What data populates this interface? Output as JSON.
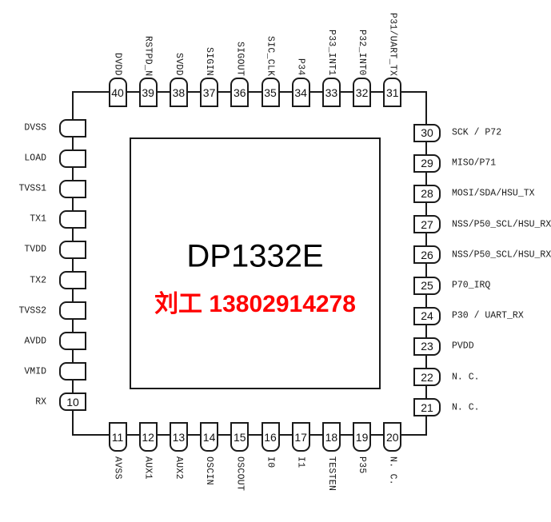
{
  "chip": {
    "part_number": "DP1332E",
    "contact": "刘工 13802914278"
  },
  "pins": {
    "top": [
      {
        "num": "40",
        "label": "DVDD"
      },
      {
        "num": "39",
        "label": "RSTPD_N"
      },
      {
        "num": "38",
        "label": "SVDD"
      },
      {
        "num": "37",
        "label": "SIGIN"
      },
      {
        "num": "36",
        "label": "SIGOUT"
      },
      {
        "num": "35",
        "label": "SIC_CLK"
      },
      {
        "num": "34",
        "label": "P34"
      },
      {
        "num": "33",
        "label": "P33_INT1"
      },
      {
        "num": "32",
        "label": "P32_INT0"
      },
      {
        "num": "31",
        "label": "P31/UART_TX"
      }
    ],
    "bottom": [
      {
        "num": "11",
        "label": "AVSS"
      },
      {
        "num": "12",
        "label": "AUX1"
      },
      {
        "num": "13",
        "label": "AUX2"
      },
      {
        "num": "14",
        "label": "OSCIN"
      },
      {
        "num": "15",
        "label": "OSCOUT"
      },
      {
        "num": "16",
        "label": "I0"
      },
      {
        "num": "17",
        "label": "I1"
      },
      {
        "num": "18",
        "label": "TESTEN"
      },
      {
        "num": "19",
        "label": "P35"
      },
      {
        "num": "20",
        "label": "N. C."
      }
    ],
    "left": [
      {
        "num": "",
        "label": "DVSS"
      },
      {
        "num": "",
        "label": "LOAD"
      },
      {
        "num": "",
        "label": "TVSS1"
      },
      {
        "num": "",
        "label": "TX1"
      },
      {
        "num": "",
        "label": "TVDD"
      },
      {
        "num": "",
        "label": "TX2"
      },
      {
        "num": "",
        "label": "TVSS2"
      },
      {
        "num": "",
        "label": "AVDD"
      },
      {
        "num": "",
        "label": "VMID"
      },
      {
        "num": "10",
        "label": "RX"
      }
    ],
    "right": [
      {
        "num": "30",
        "label": "SCK / P72"
      },
      {
        "num": "29",
        "label": "MISO/P71"
      },
      {
        "num": "28",
        "label": "MOSI/SDA/HSU_TX"
      },
      {
        "num": "27",
        "label": "NSS/P50_SCL/HSU_RX"
      },
      {
        "num": "26",
        "label": "NSS/P50_SCL/HSU_RX"
      },
      {
        "num": "25",
        "label": "P70_IRQ"
      },
      {
        "num": "24",
        "label": "P30 / UART_RX"
      },
      {
        "num": "23",
        "label": "PVDD"
      },
      {
        "num": "22",
        "label": "N. C."
      },
      {
        "num": "21",
        "label": "N. C."
      }
    ]
  },
  "colors": {
    "line": "#1a1a1a",
    "text": "#1a1a1a",
    "accent_red": "#ff0000"
  }
}
